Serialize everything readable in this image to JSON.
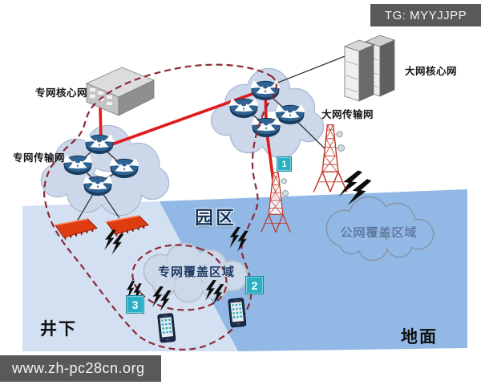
{
  "banners": {
    "tg": "TG: MYYJJPP",
    "url": "www.zh-pc28cn.org"
  },
  "labels": {
    "private_core": "专网核心网",
    "private_transport": "专网传输网",
    "public_core": "大网核心网",
    "public_transport": "大网传输网",
    "campus": "园区",
    "private_coverage": "专网覆盖区域",
    "public_coverage": "公网覆盖区域",
    "underground": "井下",
    "surface": "地面"
  },
  "badges": {
    "one": "1",
    "two": "2",
    "three": "3"
  },
  "icons": {
    "router": "router-icon",
    "tower": "radio-tower-icon",
    "phone": "smartphone-icon",
    "lightning": "wireless-signal-icon",
    "antenna": "mine-antenna-icon",
    "core_box": "core-network-device-icon",
    "rack": "server-rack-icon",
    "cloud": "network-cloud-shape"
  },
  "colors": {
    "link_red": "#e01b1c",
    "dashed_boundary": "#8a2a33",
    "badge_teal": "#29b0c4",
    "underground_fill": "#d3e0f2",
    "surface_fill": "#92b9e6",
    "banner_gray": "#595959",
    "router_blue": "#2a5b8c",
    "tower_red": "#c0392b"
  }
}
